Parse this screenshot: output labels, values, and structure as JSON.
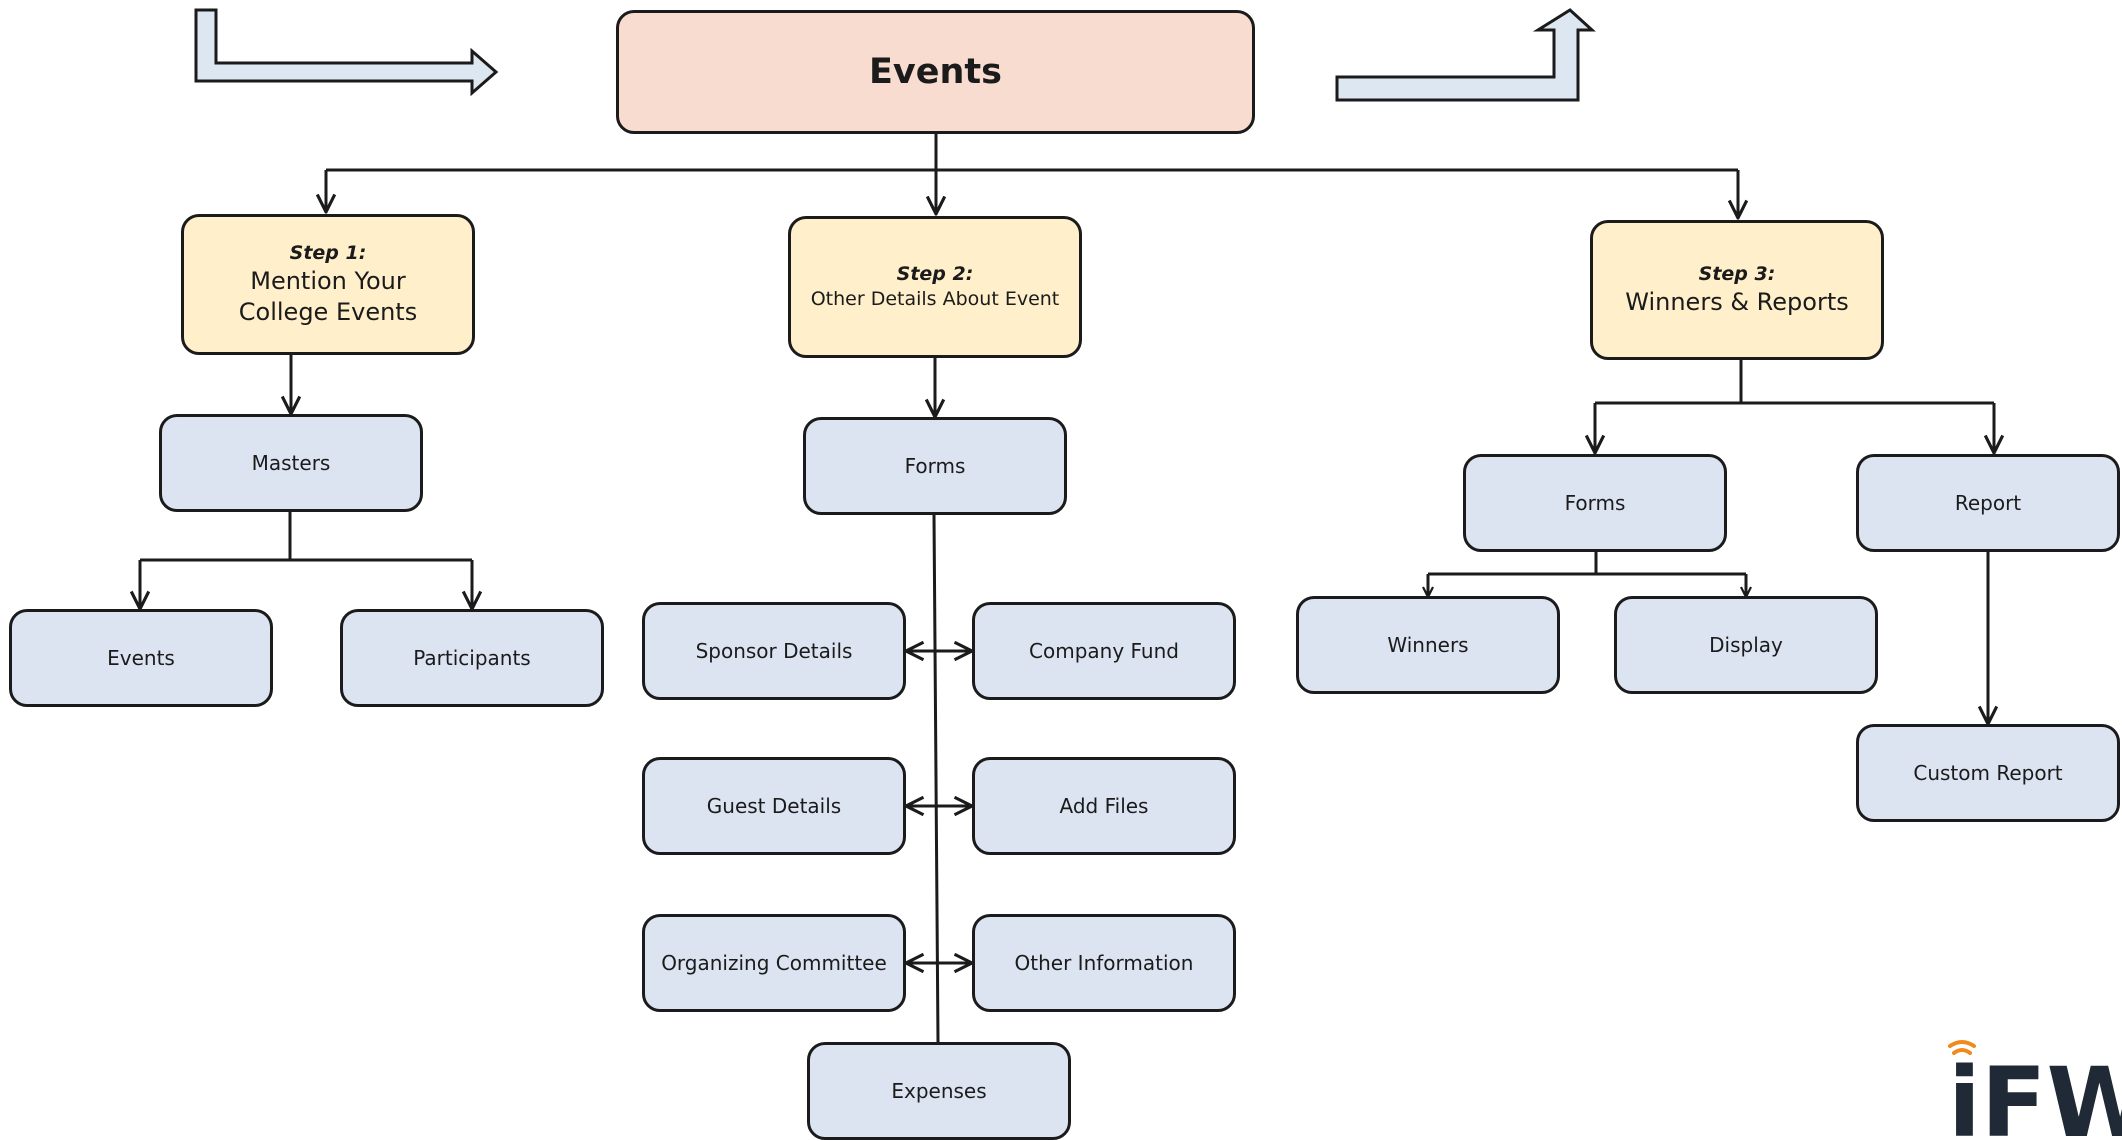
{
  "diagram": {
    "root": {
      "label": "Events"
    },
    "steps": [
      {
        "label": "Step 1:",
        "text": "Mention Your College Events"
      },
      {
        "label": "Step 2:",
        "text": "Other Details About Event"
      },
      {
        "label": "Step 3:",
        "text": "Winners & Reports"
      }
    ],
    "step1": {
      "masters": "Masters",
      "children": [
        "Events",
        "Participants"
      ]
    },
    "step2": {
      "forms": "Forms",
      "left": [
        "Sponsor Details",
        "Guest Details",
        "Organizing Committee"
      ],
      "right": [
        "Company Fund",
        "Add Files",
        "Other Information"
      ],
      "bottom": "Expenses"
    },
    "step3": {
      "forms": "Forms",
      "form_children": [
        "Winners",
        "Display"
      ],
      "report": "Report",
      "report_child": "Custom Report"
    }
  },
  "logo": {
    "text": "iFW",
    "accent_color": "#f08a1d"
  },
  "colors": {
    "root_fill": "#f8dccf",
    "step_fill": "#fff0cb",
    "leaf_fill": "#dce4f1",
    "decor_arrow_fill": "#dde7f2",
    "stroke": "#1b1b1b"
  }
}
